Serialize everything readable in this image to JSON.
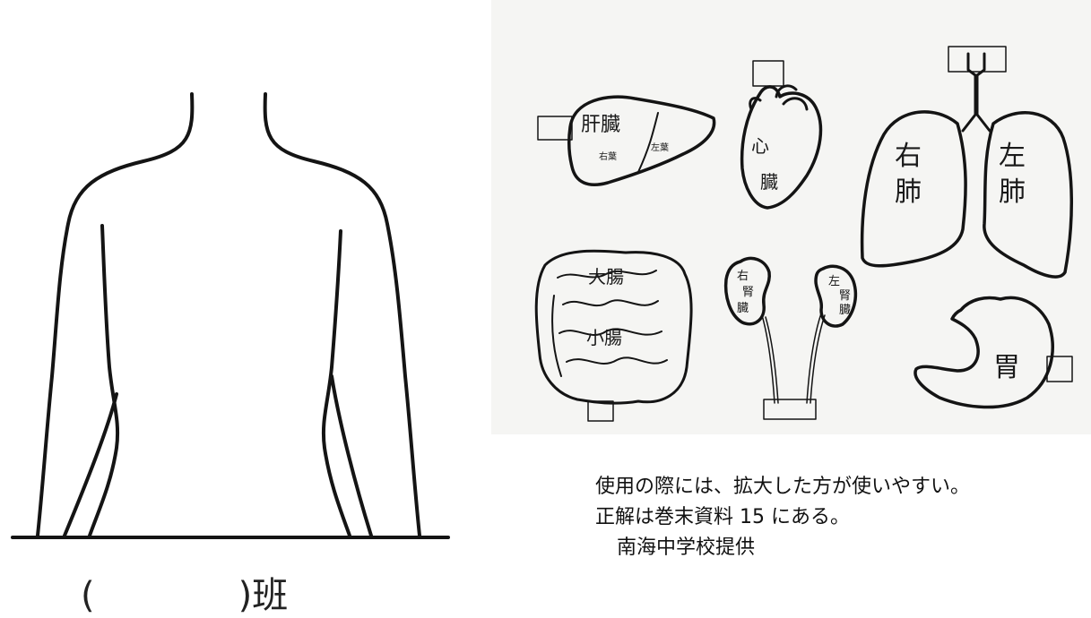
{
  "worksheet": {
    "class_label": "(　　　　)班"
  },
  "organs": {
    "liver": {
      "label": "肝臓",
      "right_lobe": "右葉",
      "left_lobe": "左葉"
    },
    "heart": {
      "label_top": "心",
      "label_bottom": "臓"
    },
    "lung_right": {
      "top": "右",
      "bottom": "肺"
    },
    "lung_left": {
      "top": "左",
      "bottom": "肺"
    },
    "large_intestine": {
      "label": "大腸"
    },
    "small_intestine": {
      "label": "小腸"
    },
    "kidney_right": {
      "l1": "右",
      "l2": "腎",
      "l3": "臓"
    },
    "kidney_left": {
      "l1": "左",
      "l2": "腎",
      "l3": "臓"
    },
    "stomach": {
      "label": "胃"
    }
  },
  "note": {
    "line1": "使用の際には、拡大した方が使いやすい。",
    "line2": "正解は巻末資料 15 にある。",
    "line3": "南海中学校提供"
  }
}
